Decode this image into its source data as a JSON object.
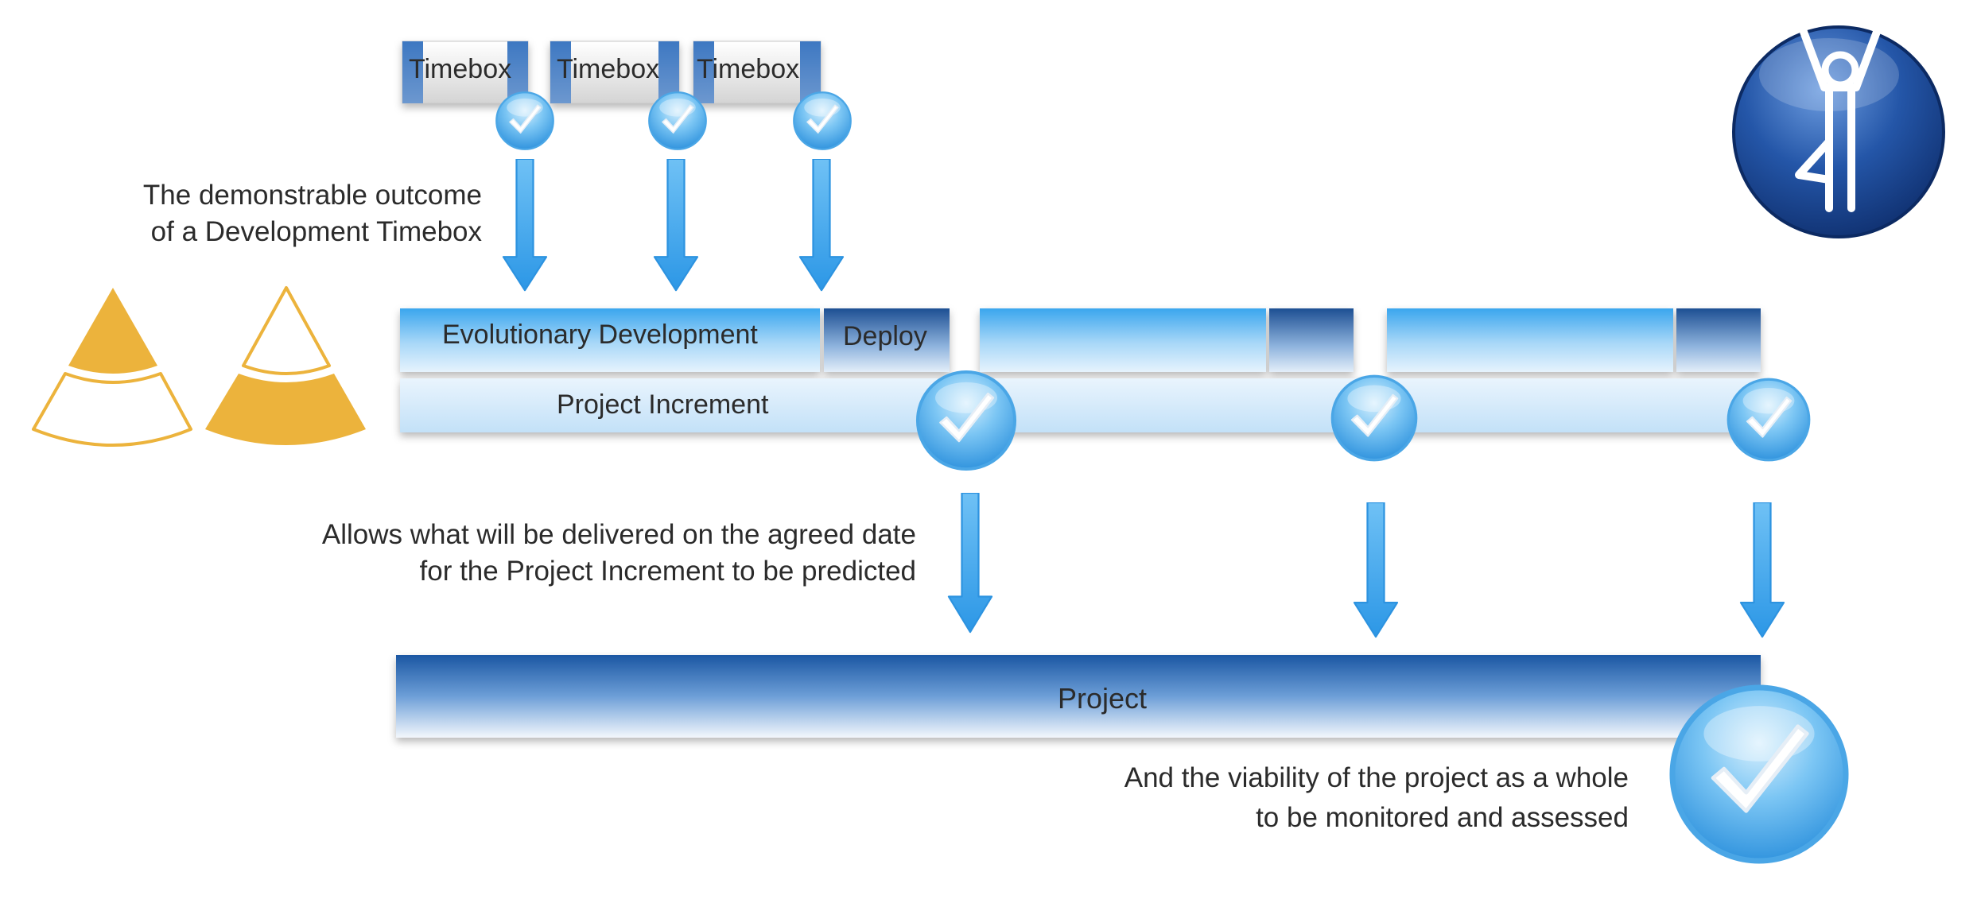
{
  "timeboxes": [
    "Timebox",
    "Timebox",
    "Timebox"
  ],
  "captions": {
    "timebox_outcome": [
      "The demonstrable outcome",
      "of a Development Timebox"
    ],
    "increment_outcome": [
      "Allows what will be delivered on the agreed date",
      "for the Project Increment to be predicted"
    ],
    "project_outcome": [
      "And the viability of the project as a whole",
      "to be monitored and assessed"
    ]
  },
  "bars": {
    "evolutionary_development": "Evolutionary Development",
    "deploy": "Deploy",
    "project_increment": "Project Increment",
    "project": "Project"
  },
  "icons": [
    "checkmark-icon",
    "down-arrow-icon",
    "pyramid-icon",
    "yoga-pose-logo-icon"
  ],
  "colors": {
    "blue_dark": "#1f5ea8",
    "blue_light": "#3fa9ef",
    "blue_pale": "#e3f1fc",
    "gold": "#ecb33c",
    "text": "#2b2b2b"
  }
}
